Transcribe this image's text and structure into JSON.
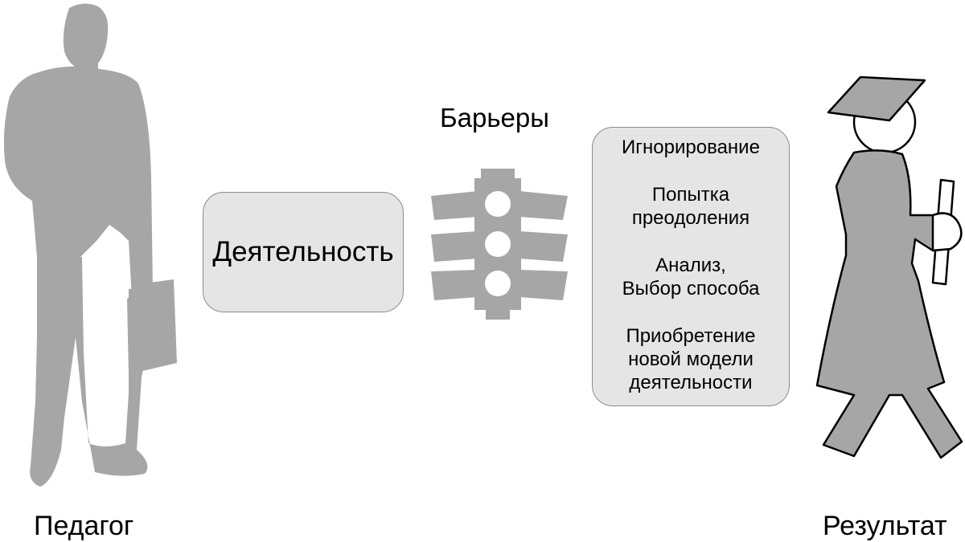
{
  "teacher": {
    "label": "Педагог",
    "icon": "teacher-silhouette-icon"
  },
  "activity": {
    "label": "Деятельность"
  },
  "barriers": {
    "title": "Барьеры",
    "icon": "traffic-light-icon"
  },
  "stages": [
    "Игнорирование",
    "Попытка\nпреодоления",
    "Анализ,\nВыбор способа",
    "Приобретение\nновой модели\nдеятельности"
  ],
  "result": {
    "label": "Результат",
    "icon": "graduate-icon"
  },
  "colors": {
    "figure_fill": "#a6a6a6",
    "box_fill": "#e5e5e5",
    "box_border": "#8c8c8c"
  }
}
